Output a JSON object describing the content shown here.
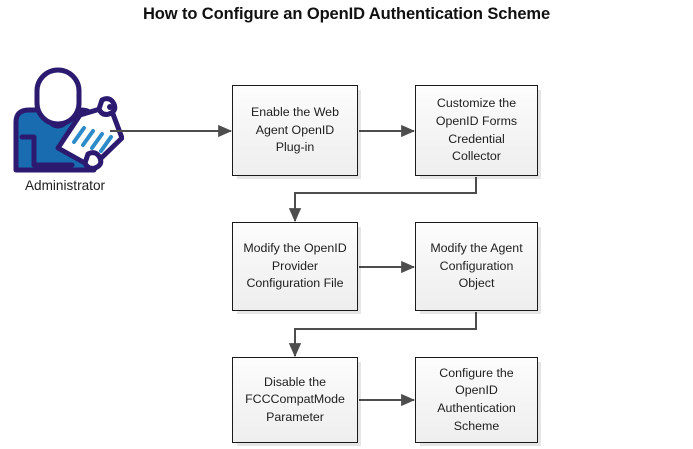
{
  "title": "How to Configure an OpenID Authentication Scheme",
  "actor": {
    "label": "Administrator",
    "icon": "administrator-with-clipboard-icon"
  },
  "colors": {
    "actor_outline": "#2b1a70",
    "actor_body": "#1a6cb0",
    "actor_accent": "#2e8bc9",
    "box_border": "#1a1a1a",
    "box_fill_top": "#fdfdfd",
    "box_fill_bottom": "#eeeeee",
    "connector": "#4d4d4d",
    "title_color": "#111111"
  },
  "diagram": {
    "type": "flowchart",
    "nodes": [
      {
        "id": "node-1",
        "label": "Enable the Web Agent OpenID Plug-in",
        "row": 1,
        "column": 1
      },
      {
        "id": "node-2",
        "label": "Customize the OpenID Forms Credential Collector",
        "row": 1,
        "column": 2
      },
      {
        "id": "node-3",
        "label": "Modify the OpenID Provider Configuration File",
        "row": 2,
        "column": 1
      },
      {
        "id": "node-4",
        "label": "Modify the Agent Configuration Object",
        "row": 2,
        "column": 2
      },
      {
        "id": "node-5",
        "label": "Disable the FCCCompatMode Parameter",
        "row": 3,
        "column": 1
      },
      {
        "id": "node-6",
        "label": "Configure the OpenID Authentication Scheme",
        "row": 3,
        "column": 2
      }
    ],
    "edges": [
      {
        "from": "administrator",
        "to": "node-1",
        "style": "straight-horizontal-arrow"
      },
      {
        "from": "node-1",
        "to": "node-2",
        "style": "straight-horizontal-arrow"
      },
      {
        "from": "node-2",
        "to": "node-3",
        "style": "elbow-down-left-down-arrow"
      },
      {
        "from": "node-3",
        "to": "node-4",
        "style": "straight-horizontal-arrow"
      },
      {
        "from": "node-4",
        "to": "node-5",
        "style": "elbow-down-left-down-arrow"
      },
      {
        "from": "node-5",
        "to": "node-6",
        "style": "straight-horizontal-arrow"
      }
    ]
  }
}
